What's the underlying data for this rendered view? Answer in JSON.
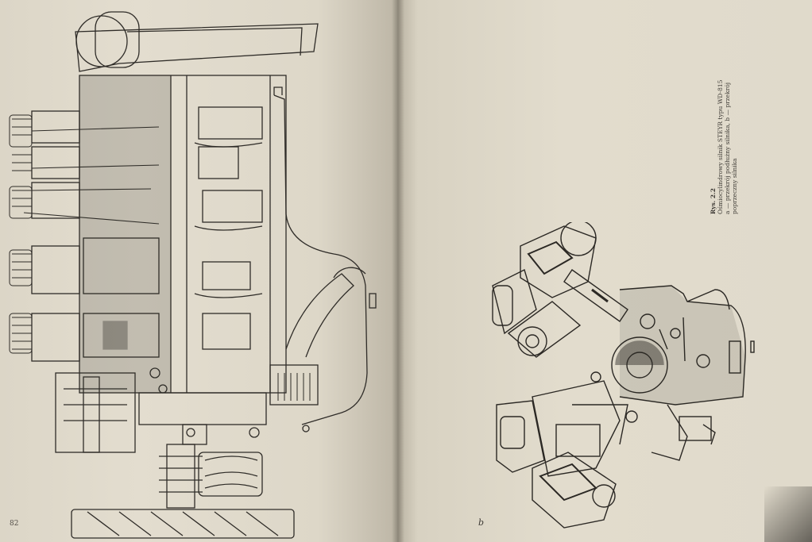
{
  "book": {
    "left_page": {
      "page_number": "82",
      "figure_part": "longitudinal-section"
    },
    "right_page": {
      "caption": {
        "title": "Rys. 2.2",
        "line1": "Ośmiocylindrowy silnik STEYR typu WD-815",
        "line2": "a — przekrój podłużny silnika, b — przekrój",
        "line3": "poprzeczny silnika"
      },
      "view_label": "b",
      "figure_part": "cross-section"
    }
  }
}
